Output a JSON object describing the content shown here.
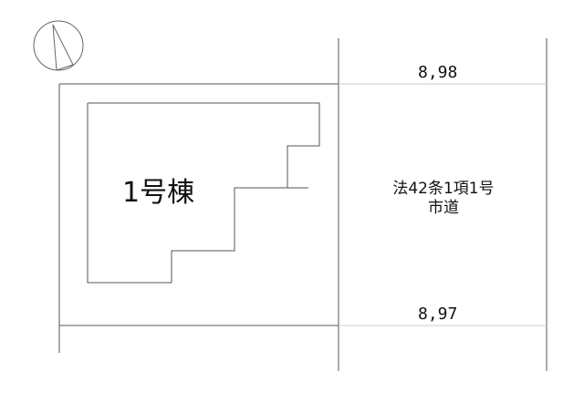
{
  "site_plan": {
    "building_label": "1号棟",
    "road": {
      "line1": "法42条1項1号",
      "line2": "市道"
    },
    "frontage_top": "8,98",
    "frontage_bottom": "8,97"
  },
  "icons": {
    "north_arrow": "north-arrow-icon"
  },
  "colors": {
    "line": "#555555",
    "light_line": "#cccccc",
    "text": "#111111"
  }
}
